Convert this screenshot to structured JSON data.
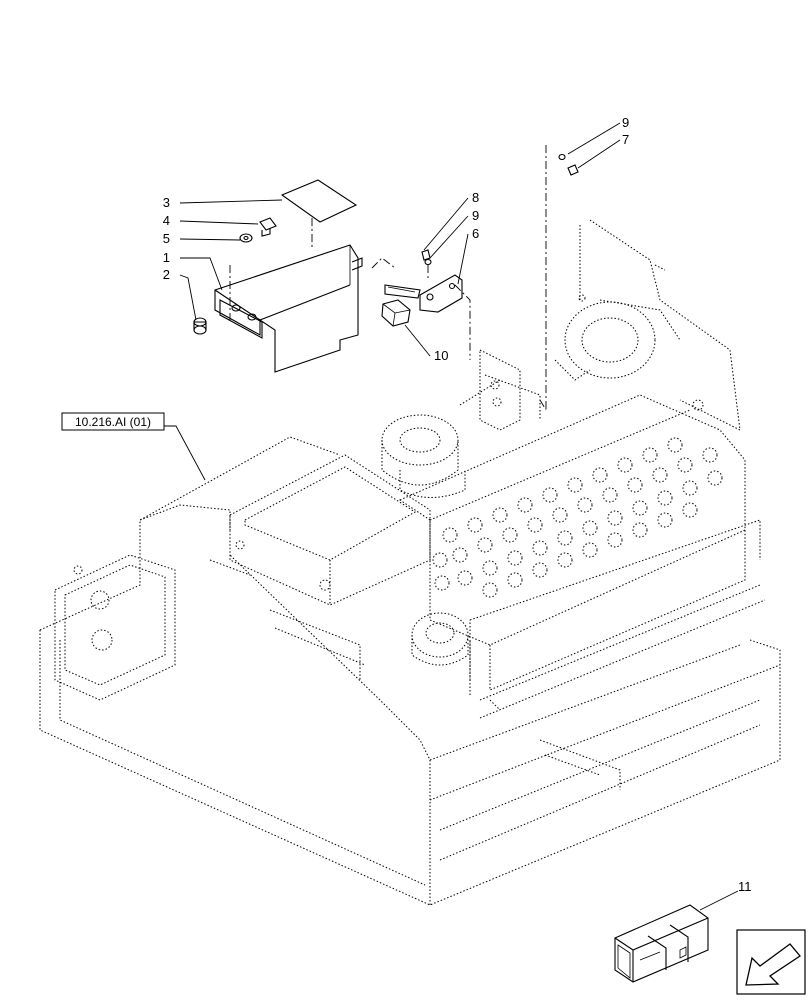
{
  "diagram": {
    "reference_label": "10.216.AI (01)",
    "callouts": [
      {
        "id": "c1",
        "text": "1"
      },
      {
        "id": "c2",
        "text": "2"
      },
      {
        "id": "c3",
        "text": "3"
      },
      {
        "id": "c4",
        "text": "4"
      },
      {
        "id": "c5",
        "text": "5"
      },
      {
        "id": "c6",
        "text": "6"
      },
      {
        "id": "c7",
        "text": "7"
      },
      {
        "id": "c8",
        "text": "8"
      },
      {
        "id": "c9a",
        "text": "9"
      },
      {
        "id": "c9b",
        "text": "9"
      },
      {
        "id": "c10",
        "text": "10"
      },
      {
        "id": "c11",
        "text": "11"
      }
    ]
  },
  "icons": {
    "kit_box": "shipping-crate-icon",
    "navigation": "arrow-down-left-icon"
  }
}
